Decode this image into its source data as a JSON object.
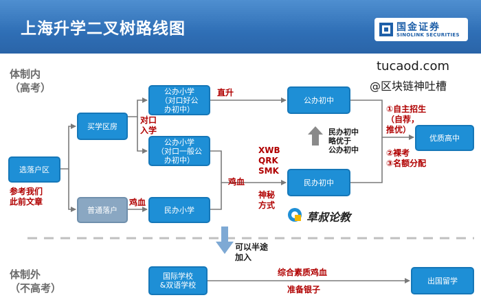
{
  "header": {
    "title": "上海升学二叉树路线图",
    "logo_cn": "国金证券",
    "logo_en": "SINOLINK SECURITIES"
  },
  "watermark": {
    "site": "tucaod.com",
    "author": "@区块链神吐槽"
  },
  "side_labels": {
    "inside": "体制内\n（高考）",
    "outside": "体制外\n（不高考）"
  },
  "nodes": {
    "choose_hukou": "选落户区",
    "buy_district": "买学区房",
    "normal_hukou": "普通落户",
    "public_primary_good": "公办小学\n（对口好公\n办初中）",
    "public_primary_avg": "公办小学\n（对口一般公\n办初中）",
    "private_primary": "民办小学",
    "public_middle": "公办初中",
    "private_middle": "民办初中",
    "top_high": "优质高中",
    "intl_school": "国际学校\n&双语学校",
    "study_abroad": "出国留学"
  },
  "annotations": {
    "see_articles": "参考我们\n此前文章",
    "direct_up": "直升",
    "matched_enroll": "对口\n入学",
    "chicken_blood_1": "鸡血",
    "chicken_blood_2": "鸡血",
    "xwb": "XWB\nQRK\nSMK",
    "mystery": "神秘\n方式",
    "private_better": "民办初中\n略优于\n公办初中",
    "paths_1": "①自主招生\n（自荐，\n推优）",
    "paths_2": "②裸考\n③名额分配",
    "can_join": "可以半途\n加入",
    "quality_blood": "综合素质鸡血",
    "prepare_money": "准备银子"
  },
  "brand": {
    "text": "草叔论教"
  },
  "colors": {
    "banner": "#2f6fb6",
    "node": "#1e8fd6",
    "node_gray": "#8aa7c2",
    "annotation": "#b00000"
  }
}
